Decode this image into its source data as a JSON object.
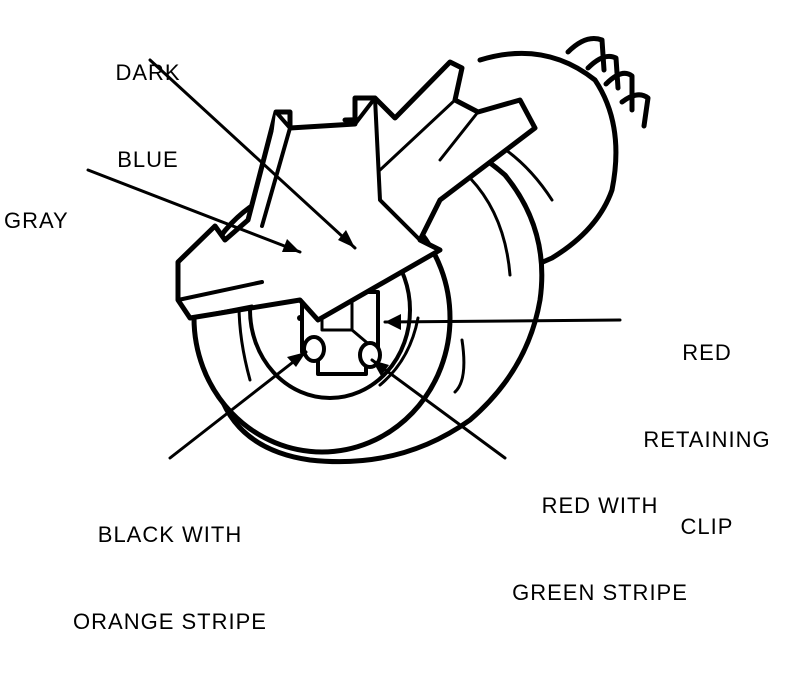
{
  "labels": {
    "dark_blue": {
      "line1": "DARK",
      "line2": "BLUE"
    },
    "gray": "GRAY",
    "red_retaining_clip": {
      "line1": "RED",
      "line2": "RETAINING",
      "line3": "CLIP"
    },
    "red_with_green_stripe": {
      "line1": "RED WITH",
      "line2": "GREEN STRIPE"
    },
    "black_with_orange_stripe": {
      "line1": "BLACK WITH",
      "line2": "ORANGE STRIPE"
    }
  },
  "colors": {
    "ink": "#000000",
    "paper": "#ffffff"
  }
}
